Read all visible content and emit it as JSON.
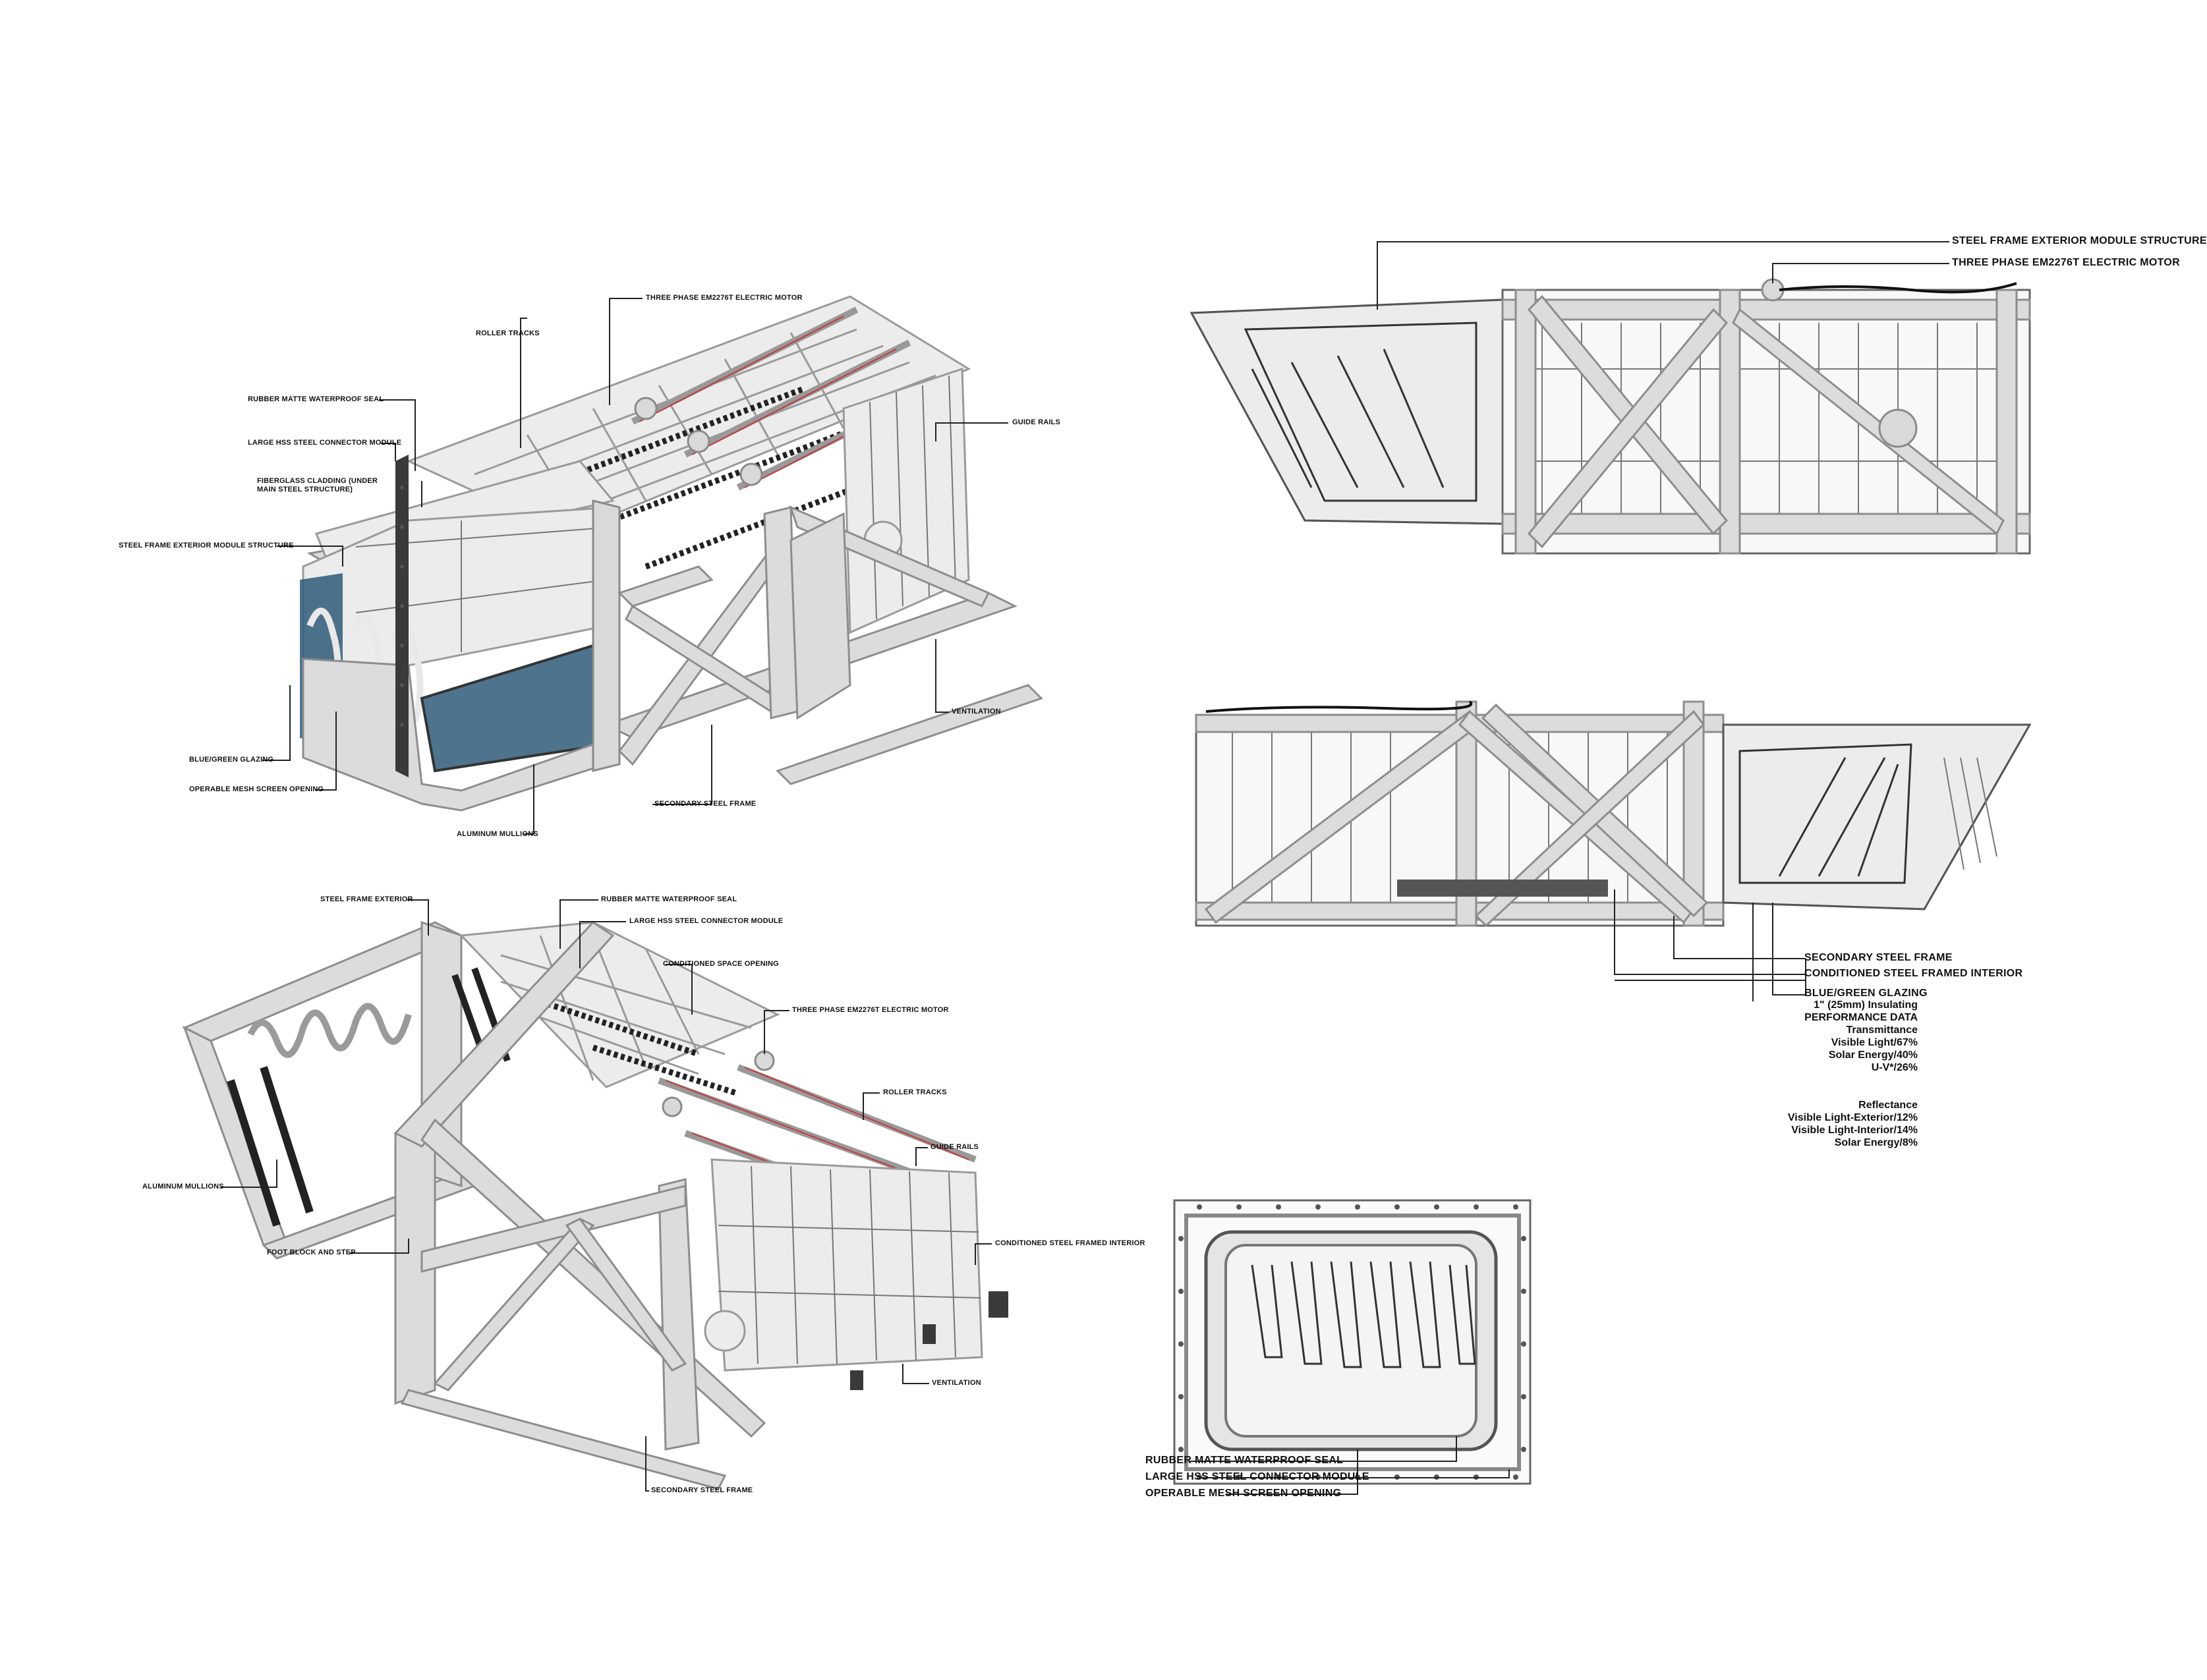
{
  "diagram_a": {
    "labels": {
      "motor": "THREE PHASE EM2276T ELECTRIC MOTOR",
      "roller": "ROLLER TRACKS",
      "seal": "RUBBER MATTE WATERPROOF SEAL",
      "guide": "GUIDE RAILS",
      "connector": "LARGE HSS STEEL CONNECTOR MODULE",
      "fiberglass_1": "FIBERGLASS CLADDING (UNDER",
      "fiberglass_2": "MAIN STEEL STRUCTURE)",
      "exterior": "STEEL FRAME EXTERIOR MODULE STRUCTURE",
      "ventilation": "VENTILATION",
      "glazing": "BLUE/GREEN GLAZING",
      "mesh": "OPERABLE MESH SCREEN OPENING",
      "secondary": "SECONDARY STEEL FRAME",
      "mullions": "ALUMINUM MULLIONS"
    }
  },
  "diagram_b": {
    "labels": {
      "exterior": "STEEL FRAME EXTERIOR",
      "seal": "RUBBER MATTE WATERPROOF SEAL",
      "connector": "LARGE HSS STEEL CONNECTOR MODULE",
      "conditioned_opening": "CONDITIONED SPACE OPENING",
      "motor": "THREE PHASE EM2276T ELECTRIC MOTOR",
      "roller": "ROLLER TRACKS",
      "guide": "GUIDE RAILS",
      "mullions": "ALUMINUM MULLIONS",
      "conditioned_interior": "CONDITIONED STEEL FRAMED INTERIOR",
      "foot": "FOOT BLOCK AND STEP",
      "ventilation": "VENTILATION",
      "secondary": "SECONDARY STEEL FRAME"
    }
  },
  "elevation_top": {
    "labels": {
      "exterior": "STEEL FRAME EXTERIOR MODULE STRUCTURE",
      "motor": "THREE PHASE EM2276T ELECTRIC MOTOR"
    }
  },
  "elevation_mid": {
    "labels": {
      "secondary": "SECONDARY STEEL FRAME",
      "conditioned": "CONDITIONED STEEL FRAMED INTERIOR",
      "glazing": "BLUE/GREEN GLAZING"
    },
    "performance": [
      "1\" (25mm) Insulating",
      "PERFORMANCE DATA",
      "Transmittance",
      "Visible Light/67%",
      "Solar Energy/40%",
      "U-V*/26%",
      "",
      "Reflectance",
      "Visible Light-Exterior/12%",
      "Visible Light-Interior/14%",
      "Solar Energy/8%"
    ]
  },
  "section": {
    "labels": {
      "seal": "RUBBER MATTE WATERPROOF SEAL",
      "connector": "LARGE HSS STEEL CONNECTOR MODULE",
      "mesh": "OPERABLE MESH SCREEN OPENING"
    }
  }
}
